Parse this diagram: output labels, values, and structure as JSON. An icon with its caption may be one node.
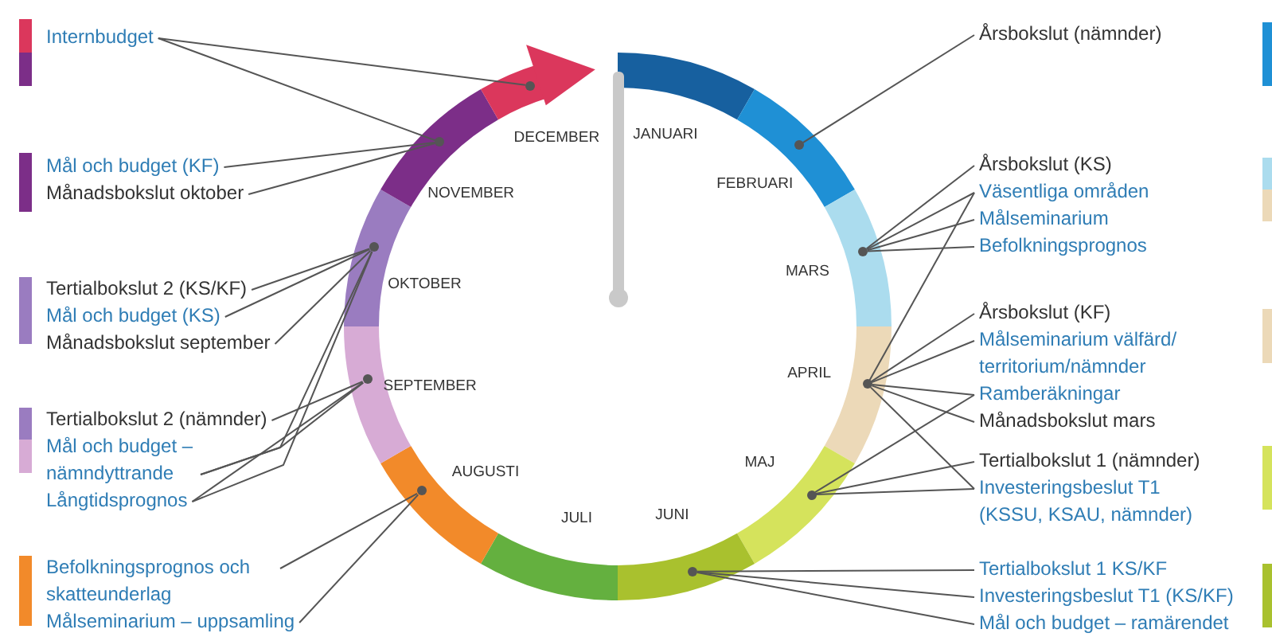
{
  "diagram": {
    "nodes": [
      {
        "text": [
          "Internbudget"
        ]
      },
      {
        "text": [
          "Mål och budget (KF)"
        ]
      },
      {
        "text": [
          "Månadsbokslut oktober"
        ]
      },
      {
        "text": [
          "Tertialbokslut 2 (KS/KF)"
        ]
      },
      {
        "text": [
          "Mål och budget (KS)"
        ]
      },
      {
        "text": [
          "Månadsbokslut september"
        ]
      },
      {
        "text": [
          "Tertialbokslut 2 (nämnder)"
        ]
      },
      {
        "text": [
          "Mål och budget – nämndyttrande"
        ]
      },
      {
        "text": [
          "Långtidsprognos"
        ]
      },
      {
        "text": [
          "Befolkningsprognos och skatteunderlag"
        ]
      },
      {
        "text": [
          "Målseminarium – uppsamling"
        ]
      },
      {
        "text": [
          "Årsbokslut (nämnder)"
        ]
      },
      {
        "text": [
          "Årsbokslut (KS)"
        ]
      },
      {
        "text": [
          "Väsentliga områden"
        ]
      },
      {
        "text": [
          "Målseminarium"
        ]
      },
      {
        "text": [
          "Befolkningsprognos"
        ]
      },
      {
        "text": [
          "Årsbokslut (KF)"
        ]
      },
      {
        "text": [
          "Målseminarium välfärd/ territorium/nämnder"
        ]
      },
      {
        "text": [
          "Ramberäkningar"
        ]
      },
      {
        "text": [
          "Månadsbokslut mars"
        ]
      },
      {
        "text": [
          "Tertialbokslut 1 (nämnder)"
        ]
      },
      {
        "text": [
          "Investeringsbeslut T1 (KSSU, KSAU, nämnder)"
        ]
      },
      {
        "text": [
          "Tertialbokslut 1 KS/KF"
        ]
      },
      {
        "text": [
          "Investeringsbeslut T1 (KS/KF)"
        ]
      },
      {
        "text": [
          "Mål och budget – ramärendet"
        ]
      },
      {
        "text": [],
        "shape": "circle"
      },
      {
        "text": [],
        "shape": "circle"
      },
      {
        "text": [],
        "shape": "circle"
      },
      {
        "text": [],
        "shape": "circle"
      },
      {
        "text": [],
        "shape": "circle"
      },
      {
        "text": [],
        "shape": "circle"
      },
      {
        "text": [],
        "shape": "circle"
      },
      {
        "text": [],
        "shape": "circle"
      },
      {
        "text": [],
        "shape": "circle"
      },
      {
        "text": [],
        "shape": "circle"
      }
    ],
    "edges": [
      {
        "from": 0,
        "to": 25,
        "arrow": "none"
      },
      {
        "from": 0,
        "to": 26,
        "arrow": "none"
      },
      {
        "from": 1,
        "to": 26,
        "arrow": "none"
      },
      {
        "from": 2,
        "to": 26,
        "arrow": "none"
      },
      {
        "from": 3,
        "to": 27,
        "arrow": "none"
      },
      {
        "from": 4,
        "to": 27,
        "arrow": "none"
      },
      {
        "from": 5,
        "to": 27,
        "arrow": "none"
      },
      {
        "from": 6,
        "to": 28,
        "arrow": "none"
      },
      {
        "from": 7,
        "to": 28,
        "arrow": "none"
      },
      {
        "from": 7,
        "to": 27,
        "arrow": "none"
      },
      {
        "from": 8,
        "to": 28,
        "arrow": "none"
      },
      {
        "from": 8,
        "to": 27,
        "arrow": "none"
      },
      {
        "from": 9,
        "to": 29,
        "arrow": "none"
      },
      {
        "from": 10,
        "to": 29,
        "arrow": "none"
      },
      {
        "from": 11,
        "to": 30,
        "arrow": "none"
      },
      {
        "from": 12,
        "to": 31,
        "arrow": "none"
      },
      {
        "from": 13,
        "to": 31,
        "arrow": "none"
      },
      {
        "from": 13,
        "to": 32,
        "arrow": "none"
      },
      {
        "from": 14,
        "to": 31,
        "arrow": "none"
      },
      {
        "from": 15,
        "to": 31,
        "arrow": "none"
      },
      {
        "from": 16,
        "to": 32,
        "arrow": "none"
      },
      {
        "from": 17,
        "to": 32,
        "arrow": "none"
      },
      {
        "from": 18,
        "to": 32,
        "arrow": "none"
      },
      {
        "from": 18,
        "to": 33,
        "arrow": "none"
      },
      {
        "from": 19,
        "to": 32,
        "arrow": "none"
      },
      {
        "from": 20,
        "to": 33,
        "arrow": "none"
      },
      {
        "from": 21,
        "to": 33,
        "arrow": "none"
      },
      {
        "from": 21,
        "to": 32,
        "arrow": "none"
      },
      {
        "from": 22,
        "to": 34,
        "arrow": "none"
      },
      {
        "from": 23,
        "to": 34,
        "arrow": "none"
      },
      {
        "from": 24,
        "to": 34,
        "arrow": "none"
      }
    ],
    "labels": [
      "JANUARI",
      "FEBRUARI",
      "MARS",
      "APRIL",
      "MAJ",
      "JUNI",
      "JULI",
      "AUGUSTI",
      "SEPTEMBER",
      "OKTOBER",
      "NOVEMBER",
      "DECEMBER"
    ]
  }
}
